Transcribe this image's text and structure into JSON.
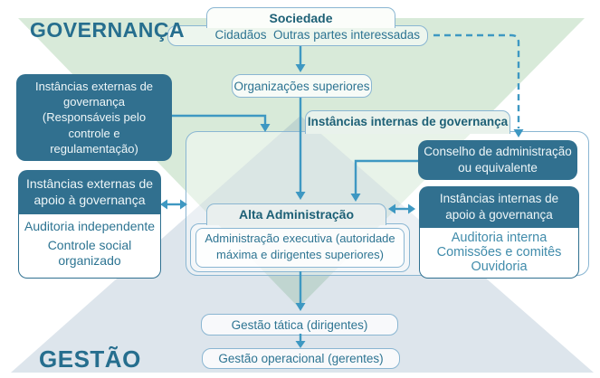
{
  "page": {
    "governanca_label": "GOVERNANÇA",
    "gestao_label": "GESTÃO"
  },
  "sociedade": {
    "title": "Sociedade",
    "members": [
      "Cidadãos",
      "Outras partes interessadas"
    ]
  },
  "organizacoes": {
    "label": "Organizações superiores"
  },
  "external_governance": {
    "label": "Instâncias externas de governança (Responsáveis pelo controle e regulamentação)"
  },
  "external_support": {
    "title": "Instâncias externas de apoio à governança",
    "items": [
      "Auditoria independente",
      "Controle social organizado"
    ]
  },
  "internal_governance": {
    "title": "Instâncias internas de governança",
    "conselho": "Conselho de administração ou equivalente"
  },
  "internal_support": {
    "title": "Instâncias internas de apoio à governança",
    "items": [
      "Auditoria interna",
      "Comissões e comitês",
      "Ouvidoria"
    ]
  },
  "alta": {
    "title": "Alta Administração",
    "body": "Administração executiva (autoridade máxima e dirigentes superiores)"
  },
  "gestao": {
    "tatica": "Gestão tática (dirigentes)",
    "operacional": "Gestão operacional (gerentes)"
  },
  "colors": {
    "dark_box": "#31708f",
    "arrow_blue": "#3e98c2",
    "light_border": "#8ab6d2",
    "teal_text": "#2d7492",
    "title_teal": "#266e8e",
    "triangle_green": "#d9ead9",
    "triangle_gray": "#dde5e9"
  }
}
